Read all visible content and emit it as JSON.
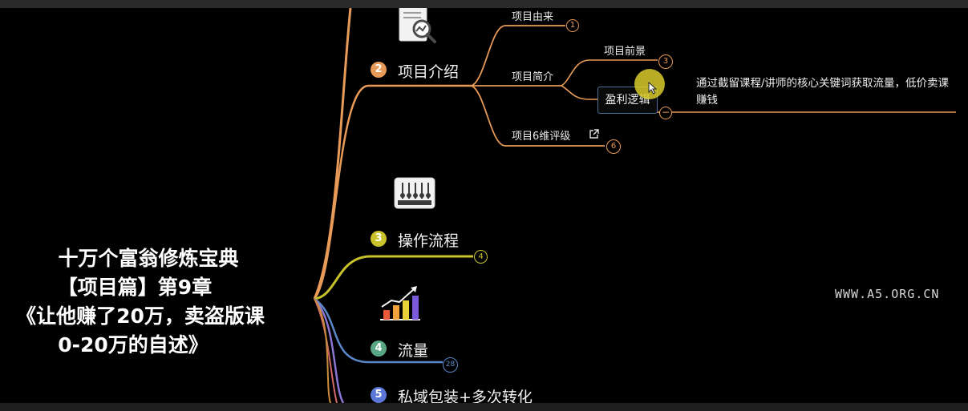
{
  "title": {
    "line1": "十万个富翁修炼宝典",
    "line2": "【项目篇】第9章",
    "line3": "《让他赚了20万，卖盗版课",
    "line4": "0-20万的自述》"
  },
  "watermark": "WWW.A5.ORG.CN",
  "branches": {
    "b2": {
      "num": "2",
      "label": "项目介绍",
      "color": "#e89b58"
    },
    "b3": {
      "num": "3",
      "label": "操作流程",
      "color": "#c9c22a",
      "count": "4"
    },
    "b4": {
      "num": "4",
      "label": "流量",
      "color": "#5b88c9",
      "count": "28"
    },
    "b5": {
      "num": "5",
      "label": "私域包装+多次转化",
      "color": "#5b77d8"
    }
  },
  "b2_children": {
    "origin": {
      "label": "项目由来",
      "count": "1"
    },
    "intro": {
      "label": "项目简介"
    },
    "prospect": {
      "label": "项目前景",
      "count": "3"
    },
    "profit": {
      "label": "盈利逻辑",
      "collapse": "−"
    },
    "rating": {
      "label": "项目6维评级",
      "count": "6"
    }
  },
  "profit_note": "通过截留课程/讲师的核心关键词获取流量，低价卖课赚钱",
  "icons": [
    "document-search-icon",
    "abacus-icon",
    "bar-chart-growth-icon",
    "external-link-icon",
    "cursor-icon"
  ]
}
